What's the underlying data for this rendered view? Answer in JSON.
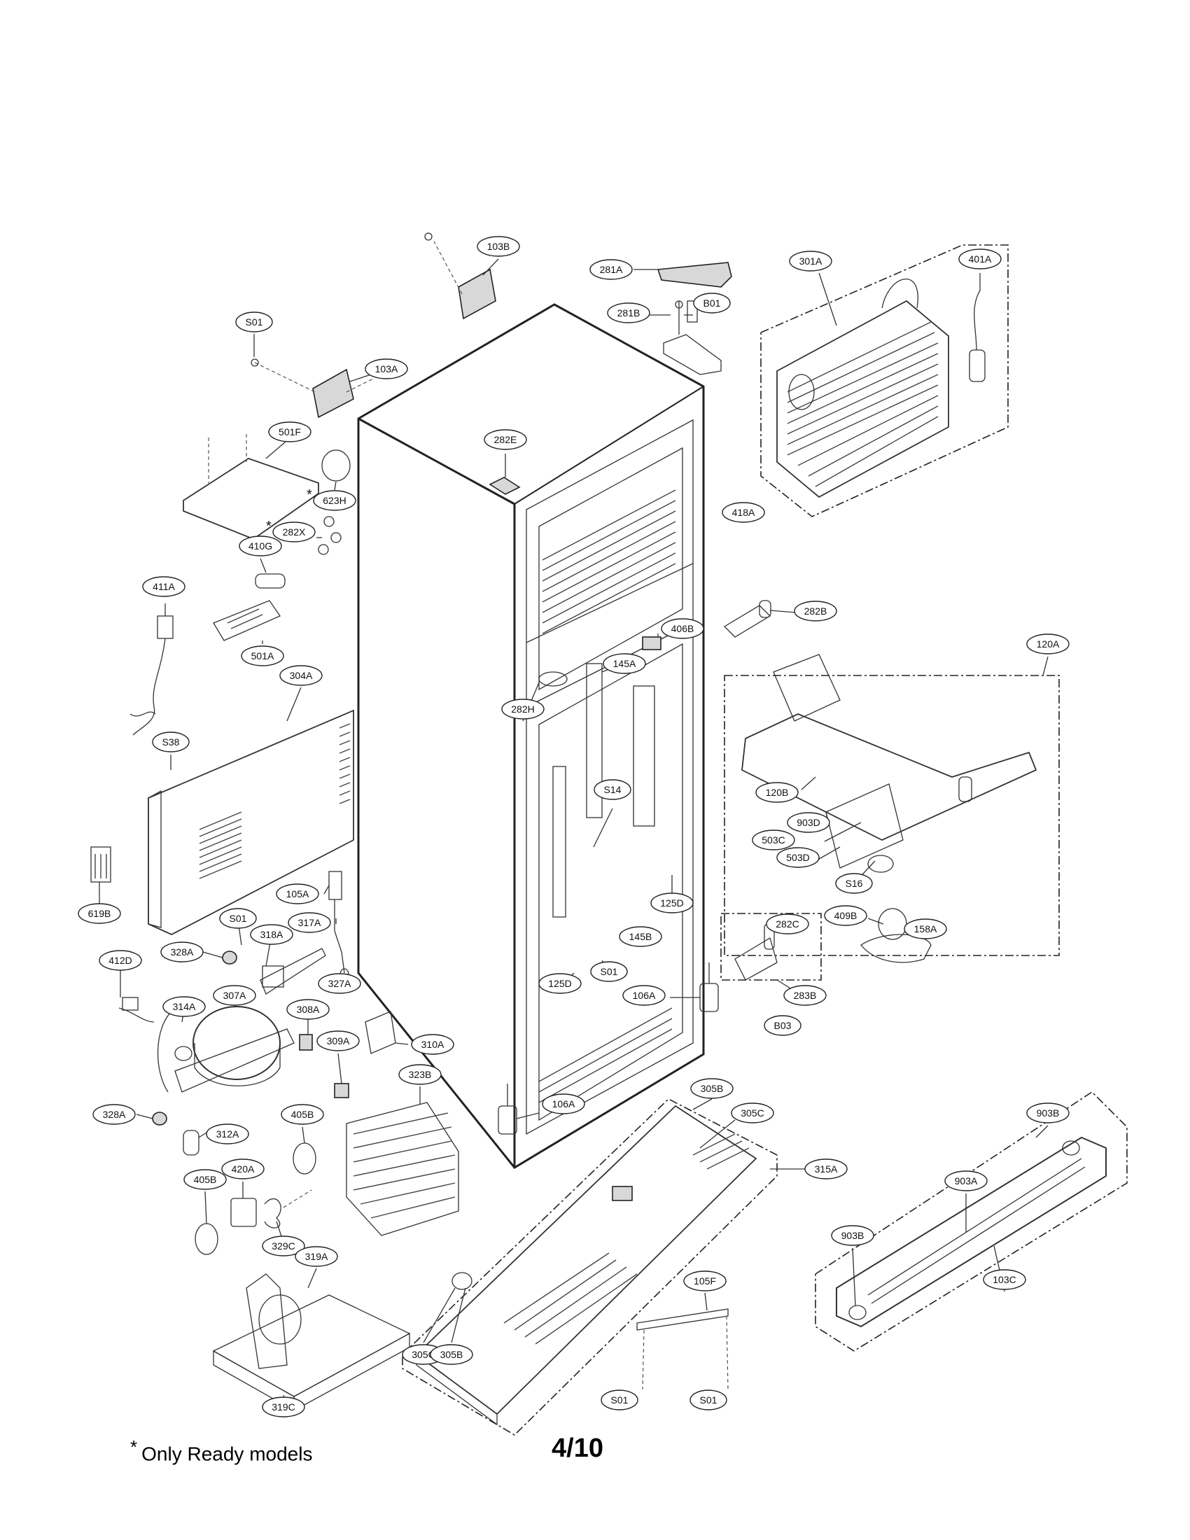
{
  "footnote": {
    "symbol": "*",
    "text": "Only Ready models"
  },
  "page_number": "4/10",
  "callouts": [
    {
      "id": "103B",
      "label": "103B"
    },
    {
      "id": "281A",
      "label": "281A"
    },
    {
      "id": "301A",
      "label": "301A"
    },
    {
      "id": "401A",
      "label": "401A"
    },
    {
      "id": "S01-a",
      "label": "S01"
    },
    {
      "id": "B01",
      "label": "B01"
    },
    {
      "id": "281B",
      "label": "281B"
    },
    {
      "id": "103A",
      "label": "103A"
    },
    {
      "id": "501F",
      "label": "501F"
    },
    {
      "id": "282E",
      "label": "282E"
    },
    {
      "id": "623H",
      "label": "623H",
      "asterisk": "*"
    },
    {
      "id": "282X",
      "label": "282X",
      "asterisk": "*"
    },
    {
      "id": "418A",
      "label": "418A"
    },
    {
      "id": "410G",
      "label": "410G"
    },
    {
      "id": "411A",
      "label": "411A"
    },
    {
      "id": "282B",
      "label": "282B"
    },
    {
      "id": "501A",
      "label": "501A"
    },
    {
      "id": "406B",
      "label": "406B"
    },
    {
      "id": "120A",
      "label": "120A"
    },
    {
      "id": "304A",
      "label": "304A"
    },
    {
      "id": "145A",
      "label": "145A"
    },
    {
      "id": "282H",
      "label": "282H"
    },
    {
      "id": "S38",
      "label": "S38"
    },
    {
      "id": "120B",
      "label": "120B"
    },
    {
      "id": "S14",
      "label": "S14"
    },
    {
      "id": "903D",
      "label": "903D"
    },
    {
      "id": "503C",
      "label": "503C"
    },
    {
      "id": "503D",
      "label": "503D"
    },
    {
      "id": "S16",
      "label": "S16"
    },
    {
      "id": "105A",
      "label": "105A"
    },
    {
      "id": "125D-a",
      "label": "125D"
    },
    {
      "id": "619B",
      "label": "619B"
    },
    {
      "id": "S01-b",
      "label": "S01"
    },
    {
      "id": "317A",
      "label": "317A"
    },
    {
      "id": "409B",
      "label": "409B"
    },
    {
      "id": "158A",
      "label": "158A"
    },
    {
      "id": "282C",
      "label": "282C"
    },
    {
      "id": "318A",
      "label": "318A"
    },
    {
      "id": "145B",
      "label": "145B"
    },
    {
      "id": "412D",
      "label": "412D"
    },
    {
      "id": "328A-a",
      "label": "328A"
    },
    {
      "id": "S01-c",
      "label": "S01"
    },
    {
      "id": "327A",
      "label": "327A"
    },
    {
      "id": "125D-b",
      "label": "125D"
    },
    {
      "id": "283B",
      "label": "283B"
    },
    {
      "id": "106A-a",
      "label": "106A"
    },
    {
      "id": "314A",
      "label": "314A"
    },
    {
      "id": "307A",
      "label": "307A"
    },
    {
      "id": "308A",
      "label": "308A"
    },
    {
      "id": "B03",
      "label": "B03"
    },
    {
      "id": "309A",
      "label": "309A"
    },
    {
      "id": "310A",
      "label": "310A"
    },
    {
      "id": "323B",
      "label": "323B"
    },
    {
      "id": "305B-a",
      "label": "305B"
    },
    {
      "id": "106A-b",
      "label": "106A"
    },
    {
      "id": "305C-a",
      "label": "305C"
    },
    {
      "id": "328A-b",
      "label": "328A"
    },
    {
      "id": "405B-a",
      "label": "405B"
    },
    {
      "id": "903B-a",
      "label": "903B"
    },
    {
      "id": "312A",
      "label": "312A"
    },
    {
      "id": "315A",
      "label": "315A"
    },
    {
      "id": "420A",
      "label": "420A"
    },
    {
      "id": "405B-b",
      "label": "405B"
    },
    {
      "id": "903A",
      "label": "903A"
    },
    {
      "id": "329C",
      "label": "329C"
    },
    {
      "id": "903B-b",
      "label": "903B"
    },
    {
      "id": "319A",
      "label": "319A"
    },
    {
      "id": "105F",
      "label": "105F"
    },
    {
      "id": "103C",
      "label": "103C"
    },
    {
      "id": "305C-b",
      "label": "305C"
    },
    {
      "id": "305B-b",
      "label": "305B"
    },
    {
      "id": "319C",
      "label": "319C"
    },
    {
      "id": "S01-d",
      "label": "S01"
    },
    {
      "id": "S01-e",
      "label": "S01"
    }
  ]
}
